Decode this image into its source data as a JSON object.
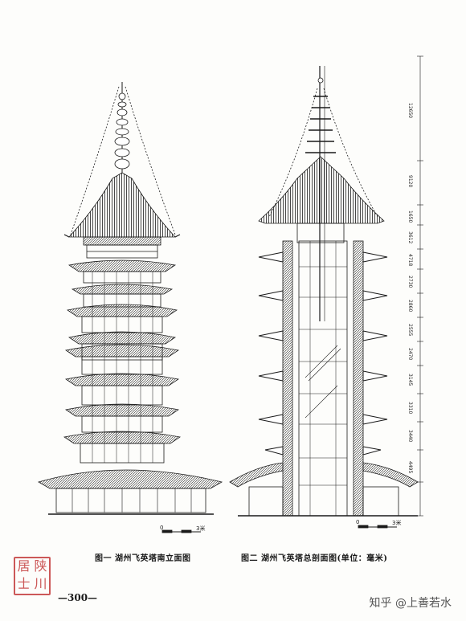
{
  "figure1": {
    "caption": "图一  湖州飞英塔南立面图",
    "scale_zero": "0",
    "scale_end": "3米"
  },
  "figure2": {
    "caption": "图二  湖州飞英塔总剖面图(单位：毫米)",
    "scale_zero": "0",
    "scale_end": "3米",
    "dimensions": [
      "12650",
      "9120",
      "1650",
      "3612",
      "4718",
      "2730",
      "2860",
      "2555",
      "2470",
      "3145",
      "3310",
      "3440",
      "4495"
    ]
  },
  "page_number": "—300—",
  "seal_text": [
    "陕",
    "川",
    "居",
    "士"
  ],
  "watermark": "知乎 @上善若水"
}
